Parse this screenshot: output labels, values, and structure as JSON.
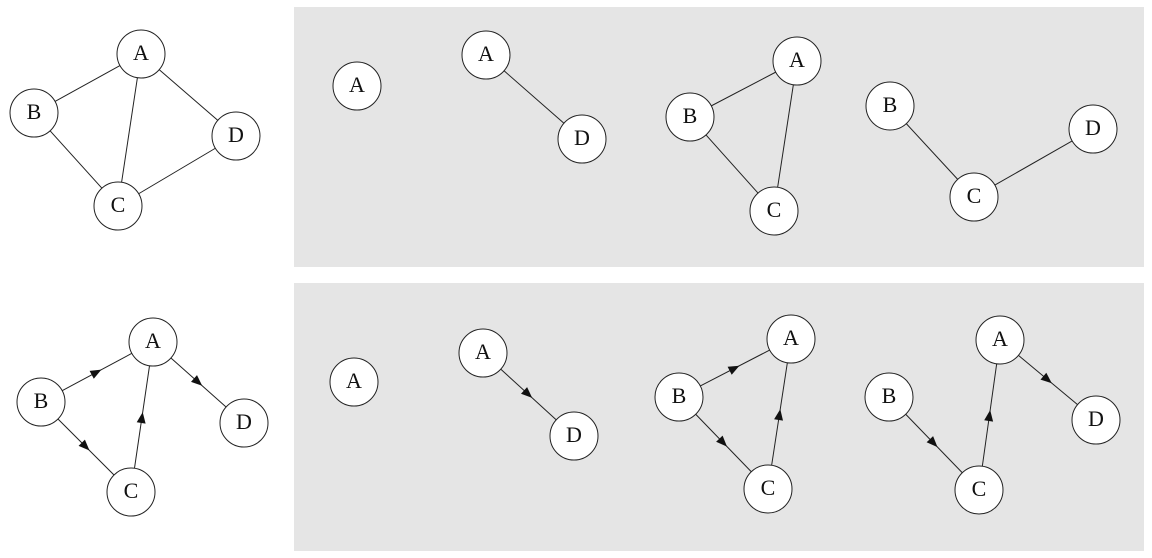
{
  "colors": {
    "panel": "#e5e5e5",
    "stroke": "#222222",
    "node_fill": "#ffffff",
    "text": "#111111"
  },
  "graphs": [
    {
      "id": "undirected-full",
      "directed": false,
      "nodes": [
        {
          "id": "A",
          "label": "A"
        },
        {
          "id": "B",
          "label": "B"
        },
        {
          "id": "C",
          "label": "C"
        },
        {
          "id": "D",
          "label": "D"
        }
      ],
      "edges": [
        [
          "A",
          "B"
        ],
        [
          "A",
          "C"
        ],
        [
          "A",
          "D"
        ],
        [
          "B",
          "C"
        ],
        [
          "C",
          "D"
        ]
      ]
    },
    {
      "id": "undirected-component-1",
      "directed": false,
      "nodes": [
        {
          "id": "A",
          "label": "A"
        }
      ],
      "edges": []
    },
    {
      "id": "undirected-component-2",
      "directed": false,
      "nodes": [
        {
          "id": "A",
          "label": "A"
        },
        {
          "id": "D",
          "label": "D"
        }
      ],
      "edges": [
        [
          "A",
          "D"
        ]
      ]
    },
    {
      "id": "undirected-component-3",
      "directed": false,
      "nodes": [
        {
          "id": "A",
          "label": "A"
        },
        {
          "id": "B",
          "label": "B"
        },
        {
          "id": "C",
          "label": "C"
        }
      ],
      "edges": [
        [
          "A",
          "B"
        ],
        [
          "A",
          "C"
        ],
        [
          "B",
          "C"
        ]
      ]
    },
    {
      "id": "undirected-component-4",
      "directed": false,
      "nodes": [
        {
          "id": "B",
          "label": "B"
        },
        {
          "id": "C",
          "label": "C"
        },
        {
          "id": "D",
          "label": "D"
        }
      ],
      "edges": [
        [
          "B",
          "C"
        ],
        [
          "C",
          "D"
        ]
      ]
    },
    {
      "id": "directed-full",
      "directed": true,
      "nodes": [
        {
          "id": "A",
          "label": "A"
        },
        {
          "id": "B",
          "label": "B"
        },
        {
          "id": "C",
          "label": "C"
        },
        {
          "id": "D",
          "label": "D"
        }
      ],
      "edges": [
        [
          "B",
          "A"
        ],
        [
          "B",
          "C"
        ],
        [
          "C",
          "A"
        ],
        [
          "A",
          "D"
        ]
      ]
    },
    {
      "id": "directed-component-1",
      "directed": true,
      "nodes": [
        {
          "id": "A",
          "label": "A"
        }
      ],
      "edges": []
    },
    {
      "id": "directed-component-2",
      "directed": true,
      "nodes": [
        {
          "id": "A",
          "label": "A"
        },
        {
          "id": "D",
          "label": "D"
        }
      ],
      "edges": [
        [
          "A",
          "D"
        ]
      ]
    },
    {
      "id": "directed-component-3",
      "directed": true,
      "nodes": [
        {
          "id": "A",
          "label": "A"
        },
        {
          "id": "B",
          "label": "B"
        },
        {
          "id": "C",
          "label": "C"
        }
      ],
      "edges": [
        [
          "B",
          "A"
        ],
        [
          "B",
          "C"
        ],
        [
          "C",
          "A"
        ]
      ]
    },
    {
      "id": "directed-component-4",
      "directed": true,
      "nodes": [
        {
          "id": "A",
          "label": "A"
        },
        {
          "id": "B",
          "label": "B"
        },
        {
          "id": "C",
          "label": "C"
        },
        {
          "id": "D",
          "label": "D"
        }
      ],
      "edges": [
        [
          "B",
          "C"
        ],
        [
          "C",
          "A"
        ],
        [
          "A",
          "D"
        ]
      ]
    }
  ]
}
